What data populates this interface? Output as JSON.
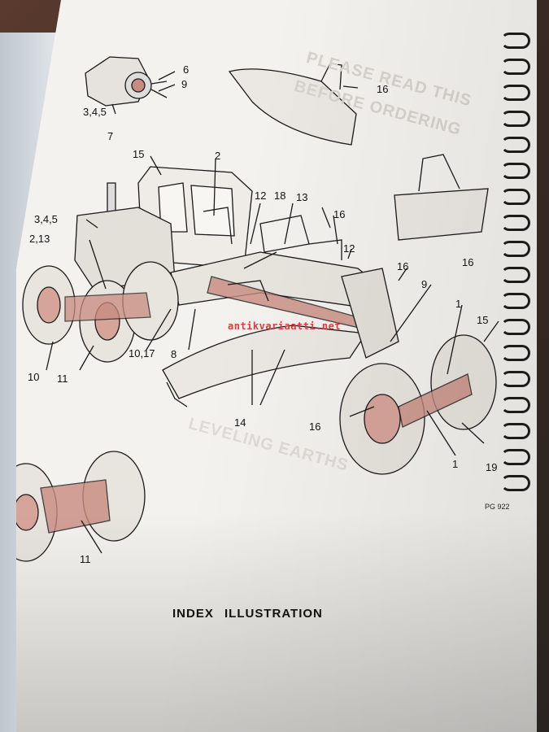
{
  "page": {
    "title": "INDEX ILLUSTRATION",
    "figure_ref": "PG 922",
    "watermark": "antikvariaatti.net"
  },
  "callouts": [
    {
      "id": "c1",
      "text": "6"
    },
    {
      "id": "c2",
      "text": "9"
    },
    {
      "id": "c3",
      "text": "3,4,5"
    },
    {
      "id": "c4",
      "text": "7"
    },
    {
      "id": "c5",
      "text": "16"
    },
    {
      "id": "c6",
      "text": "15"
    },
    {
      "id": "c7",
      "text": "2"
    },
    {
      "id": "c8",
      "text": "12"
    },
    {
      "id": "c9",
      "text": "18"
    },
    {
      "id": "c10",
      "text": "13"
    },
    {
      "id": "c11",
      "text": "16"
    },
    {
      "id": "c12",
      "text": "3,4,5"
    },
    {
      "id": "c13",
      "text": "12"
    },
    {
      "id": "c14",
      "text": "2,13"
    },
    {
      "id": "c15",
      "text": "16"
    },
    {
      "id": "c16",
      "text": "16"
    },
    {
      "id": "c17",
      "text": "9"
    },
    {
      "id": "c18",
      "text": "1"
    },
    {
      "id": "c19",
      "text": "15"
    },
    {
      "id": "c20",
      "text": "10"
    },
    {
      "id": "c21",
      "text": "11"
    },
    {
      "id": "c22",
      "text": "10,17"
    },
    {
      "id": "c23",
      "text": "8"
    },
    {
      "id": "c24",
      "text": "14"
    },
    {
      "id": "c25",
      "text": "16"
    },
    {
      "id": "c26",
      "text": "1"
    },
    {
      "id": "c27",
      "text": "19"
    },
    {
      "id": "c28",
      "text": "11"
    }
  ],
  "colors": {
    "highlight": "#c98b80",
    "ink": "#1a1a1a",
    "paper": "#f4f2ee"
  }
}
